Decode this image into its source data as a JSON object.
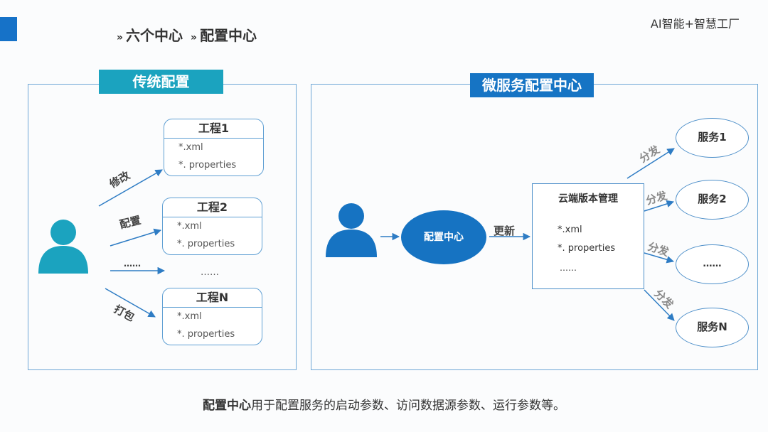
{
  "header": {
    "brand": "AI智能+智慧工厂",
    "crumb_sep": "»",
    "crumb_parent": "六个中心",
    "crumb_current": "配置中心"
  },
  "traditional": {
    "title": "传统配置",
    "projects": [
      {
        "name": "工程1",
        "file1": "*.xml",
        "file2": "*. properties"
      },
      {
        "name": "工程2",
        "file1": "*.xml",
        "file2": "*. properties"
      },
      {
        "name": "工程N",
        "file1": "*.xml",
        "file2": "*. properties"
      }
    ],
    "ellipsis": "……",
    "actions": {
      "modify": "修改",
      "config": "配置",
      "ellipsis": "……",
      "package": "打包"
    }
  },
  "microservice": {
    "title": "微服务配置中心",
    "center": "配置中心",
    "update_label": "更新",
    "cloud": {
      "title": "云端版本管理",
      "file1": "*.xml",
      "file2": "*. properties",
      "more": "……"
    },
    "dispatch_label": "分发",
    "services": [
      "服务1",
      "服务2",
      "……",
      "服务N"
    ]
  },
  "footer": {
    "bold": "配置中心",
    "rest": "用于配置服务的启动参数、访问数据源参数、运行参数等。"
  },
  "colors": {
    "accent": "#1672c8",
    "teal": "#1ba3bf",
    "person_left": "#1ba3bf",
    "person_right": "#1673c2"
  }
}
